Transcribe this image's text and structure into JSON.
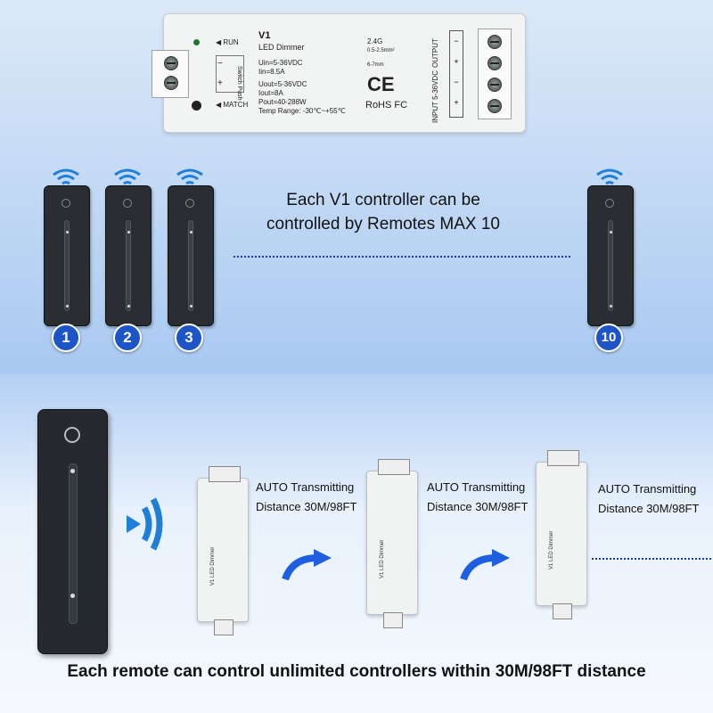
{
  "controller": {
    "title": "V1",
    "subtitle": "LED Dimmer",
    "run_label": "RUN",
    "match_label": "MATCH",
    "switch_label": "Switch Push",
    "uin": "Uin=5-36VDC",
    "iin": "Iin=8.5A",
    "uout": "Uout=5-36VDC",
    "iout": "Iout=8A",
    "pout": "Pout=40-288W",
    "temp": "Temp Range: -30℃~+55℃",
    "freq": "2.4G",
    "wire": "0.5-2.5mm²",
    "strip": "6-7mm",
    "ce": "CE",
    "rohs": "RoHS FC",
    "output_label": "OUTPUT",
    "input_label": "INPUT 5-36VDC"
  },
  "remotes": [
    {
      "number": "1"
    },
    {
      "number": "2"
    },
    {
      "number": "3"
    },
    {
      "number": "10"
    }
  ],
  "top_caption_line1": "Each V1 controller can be",
  "top_caption_line2": "controlled by Remotes MAX 10",
  "mini_controllers": [
    {
      "label": "V1  LED Dimmer"
    },
    {
      "label": "V1  LED Dimmer"
    },
    {
      "label": "V1  LED Dimmer"
    }
  ],
  "auto_texts": [
    {
      "line1": "AUTO Transmitting",
      "line2": "Distance 30M/98FT"
    },
    {
      "line1": "AUTO Transmitting",
      "line2": "Distance 30M/98FT"
    },
    {
      "line1": "AUTO Transmitting",
      "line2": "Distance 30M/98FT"
    }
  ],
  "bottom_caption": "Each remote can control unlimited controllers within 30M/98FT distance",
  "colors": {
    "badge": "#1d54c7",
    "signal": "#1e7fd8",
    "dotted_line": "#1d3aa6",
    "remote": "#2a2e33"
  }
}
